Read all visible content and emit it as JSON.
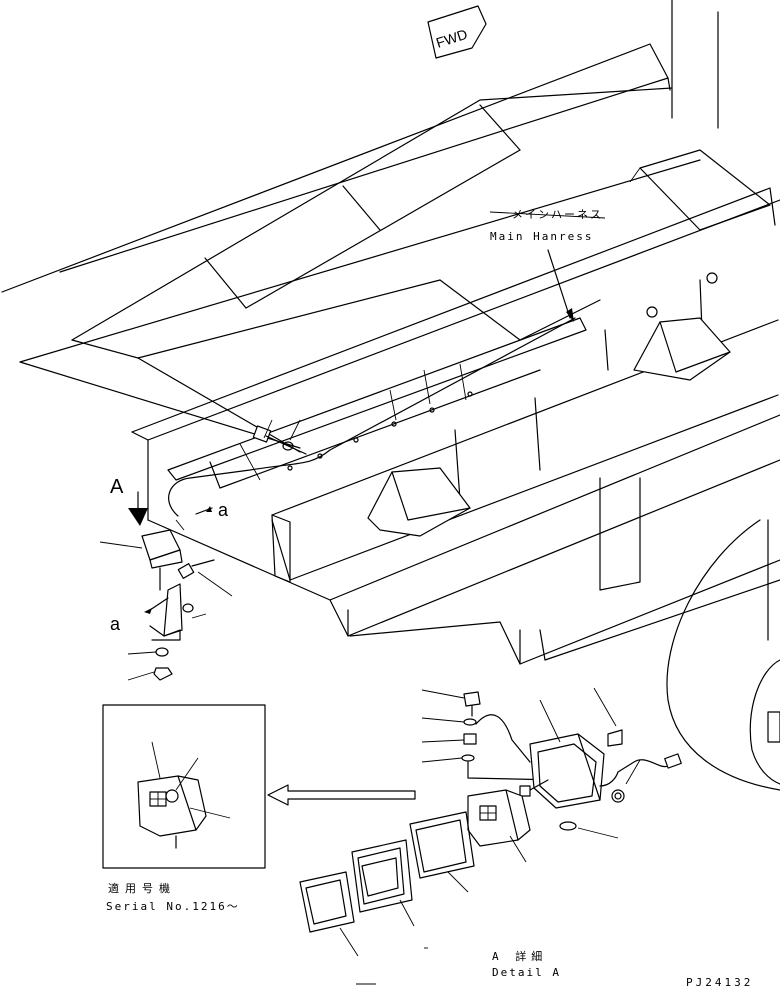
{
  "labels": {
    "fwd": "FWD",
    "harness_jp": "メインハーネス",
    "harness_en": "Main Hanress",
    "view_marker": "A",
    "connector_a": "a",
    "serial_jp": "適用号機",
    "serial_en": "Serial No.1216～",
    "detail_jp": "A 詳細",
    "detail_en": "Detail A",
    "drawing_no": "PJ24132"
  }
}
